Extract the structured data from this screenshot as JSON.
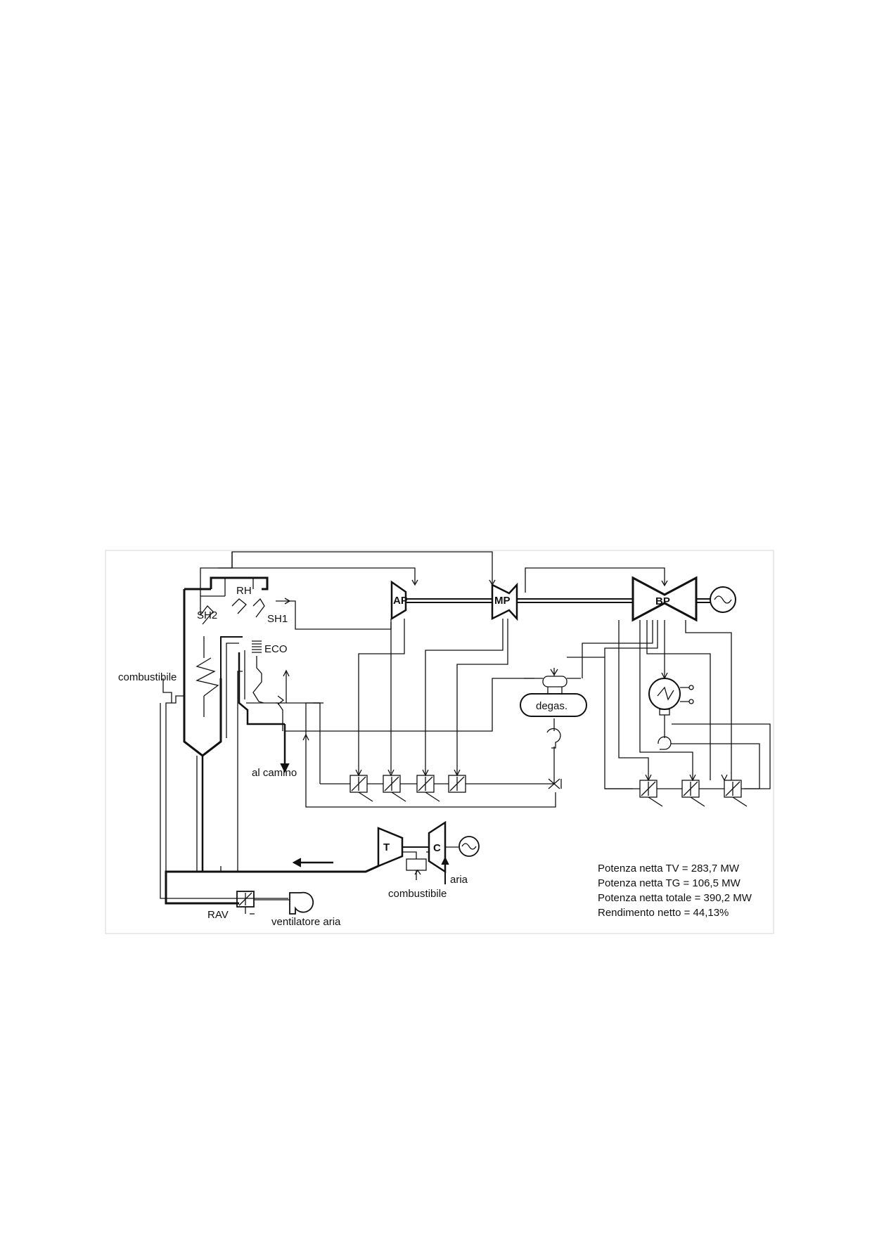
{
  "labels": {
    "sh2": "SH2",
    "rh": "RH",
    "sh1": "SH1",
    "eco": "ECO",
    "combustibile_boiler": "combustibile",
    "al_camino": "al camino",
    "ap": "AP",
    "mp": "MP",
    "bp": "BP",
    "degas": "degas.",
    "gt_turbine": "T",
    "gt_compressor": "C",
    "aria": "aria",
    "combustibile_gt": "combustibile",
    "rav": "RAV",
    "ventilatore": "ventilatore aria"
  },
  "results": [
    "Potenza netta TV = 283,7 MW",
    "Potenza netta TG = 106,5 MW",
    "Potenza netta totale = 390,2 MW",
    "Rendimento netto = 44,13%"
  ],
  "colors": {
    "line": "#111111",
    "frame": "#cfcfcf",
    "background": "#ffffff"
  }
}
